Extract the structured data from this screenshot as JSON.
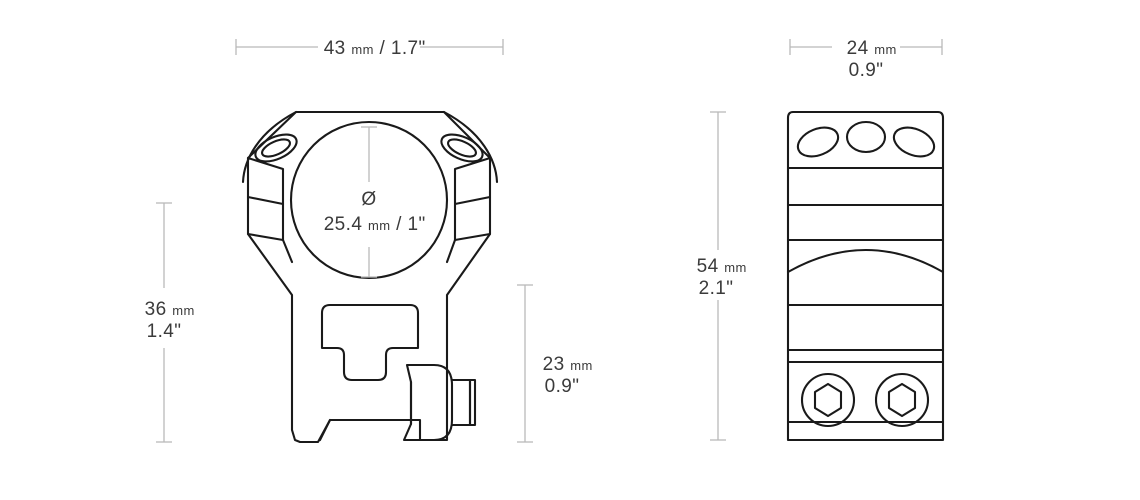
{
  "drawing": {
    "title": "Scope mount ring dimension drawing",
    "background_color": "#ffffff",
    "outline_color": "#1a1a1a",
    "dimension_line_color": "#b9b9b9",
    "text_color": "#3b3b3b"
  },
  "dimensions": {
    "front_width": {
      "value": "43",
      "unit": "mm",
      "separator": " / ",
      "imperial": "1.7\"",
      "line": "horizontal",
      "label_position": "on-line"
    },
    "bore_diameter": {
      "symbol": "Ø",
      "value": "25.4",
      "unit": "mm",
      "separator": " / ",
      "imperial": "1\"",
      "line": "vertical",
      "label_position": "center"
    },
    "total_height": {
      "value": "36",
      "unit": "mm",
      "imperial": "1.4\"",
      "line": "vertical",
      "label_position": "on-line"
    },
    "base_height": {
      "value": "23",
      "unit": "mm",
      "imperial": "0.9\"",
      "line": "vertical",
      "label_position": "right"
    },
    "side_width": {
      "value": "24",
      "unit": "mm",
      "imperial": "0.9\"",
      "line": "horizontal",
      "label_position": "on-line"
    },
    "side_length": {
      "value": "54",
      "unit": "mm",
      "imperial": "2.1\"",
      "line": "vertical",
      "label_position": "left"
    }
  },
  "views": {
    "front": {
      "name": "front-view",
      "features": [
        "octagonal-ring-body",
        "bore-circle",
        "left-screw-recess",
        "right-screw-recess",
        "t-slot-cutout",
        "clamp-lever",
        "dovetail-rail"
      ]
    },
    "side": {
      "name": "side-view",
      "features": [
        "three-top-ovals",
        "band-lines",
        "bore-arc",
        "hex-screw-left",
        "hex-screw-right"
      ]
    }
  }
}
